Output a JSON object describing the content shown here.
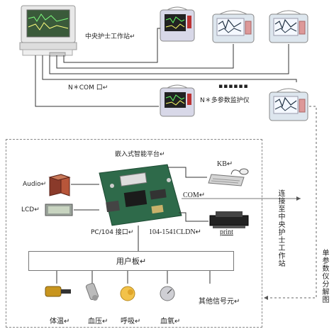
{
  "diagram": {
    "central_station_label": "中央护士工作站↵",
    "com_ports_label": "N＊COM 口↵",
    "monitors_label": "N＊多参数监护仪",
    "ellipsis": "▪▪▪▪▪▪",
    "platform_label": "嵌入式智能平台↵",
    "kb_label": "KB↵",
    "com_label": "COM↵",
    "audio_label": "Audio↵",
    "lcd_label": "LCD↵",
    "print_label": "print",
    "pc104_label": "PC/104 接口↵",
    "board_model_label": "104-1541CLDN↵",
    "connect_label": "连接至中央护士工作站",
    "single_param_label": "单参数仪分解图",
    "user_board_label": "用户板↵",
    "sensors": [
      {
        "label": "体温↵"
      },
      {
        "label": "血压↵"
      },
      {
        "label": "呼吸↵"
      },
      {
        "label": "血氧↵"
      }
    ],
    "other_signals_label": "其他信号元↵"
  }
}
